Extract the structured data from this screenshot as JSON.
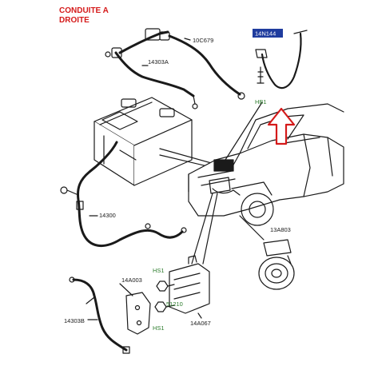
{
  "note": {
    "line1": "CONDUITE A",
    "line2": "DROITE"
  },
  "labels": {
    "p10C679": "10C679",
    "p14303A": "14303A",
    "p14300": "14300",
    "p14303B": "14303B",
    "p14A003": "14A003",
    "p14A067": "14A067",
    "hs1_top": "HS1",
    "hs1_bottom": "HS1",
    "p51210": "51210",
    "p13A803": "13A803",
    "hb1": "HB1",
    "p14N144": "14N144"
  },
  "colors": {
    "accent_red": "#d51a1a",
    "part_highlight_green": "#2e7d2e",
    "highlight_box_blue": "#1f3c9e",
    "line": "#1a1a1a"
  }
}
